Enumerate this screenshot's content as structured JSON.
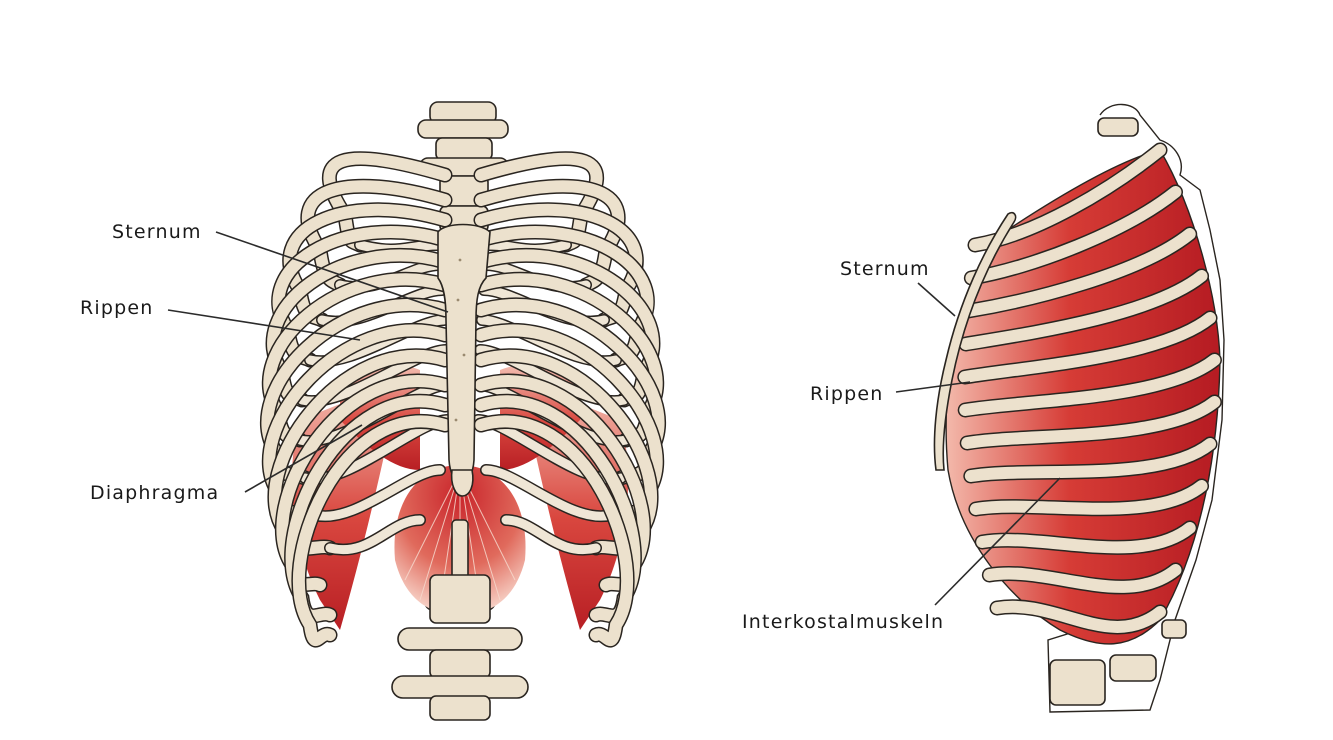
{
  "colors": {
    "bone": "#ece1cd",
    "muscle": "#c8242a",
    "muscle_light": "#f2b5a8",
    "outline": "#2a2520"
  },
  "front_view": {
    "labels": {
      "sternum": "Sternum",
      "rippen": "Rippen",
      "diaphragma": "Diaphragma"
    }
  },
  "side_view": {
    "labels": {
      "sternum": "Sternum",
      "rippen": "Rippen",
      "interkostalmuskeln": "Interkostalmuskeln"
    }
  }
}
